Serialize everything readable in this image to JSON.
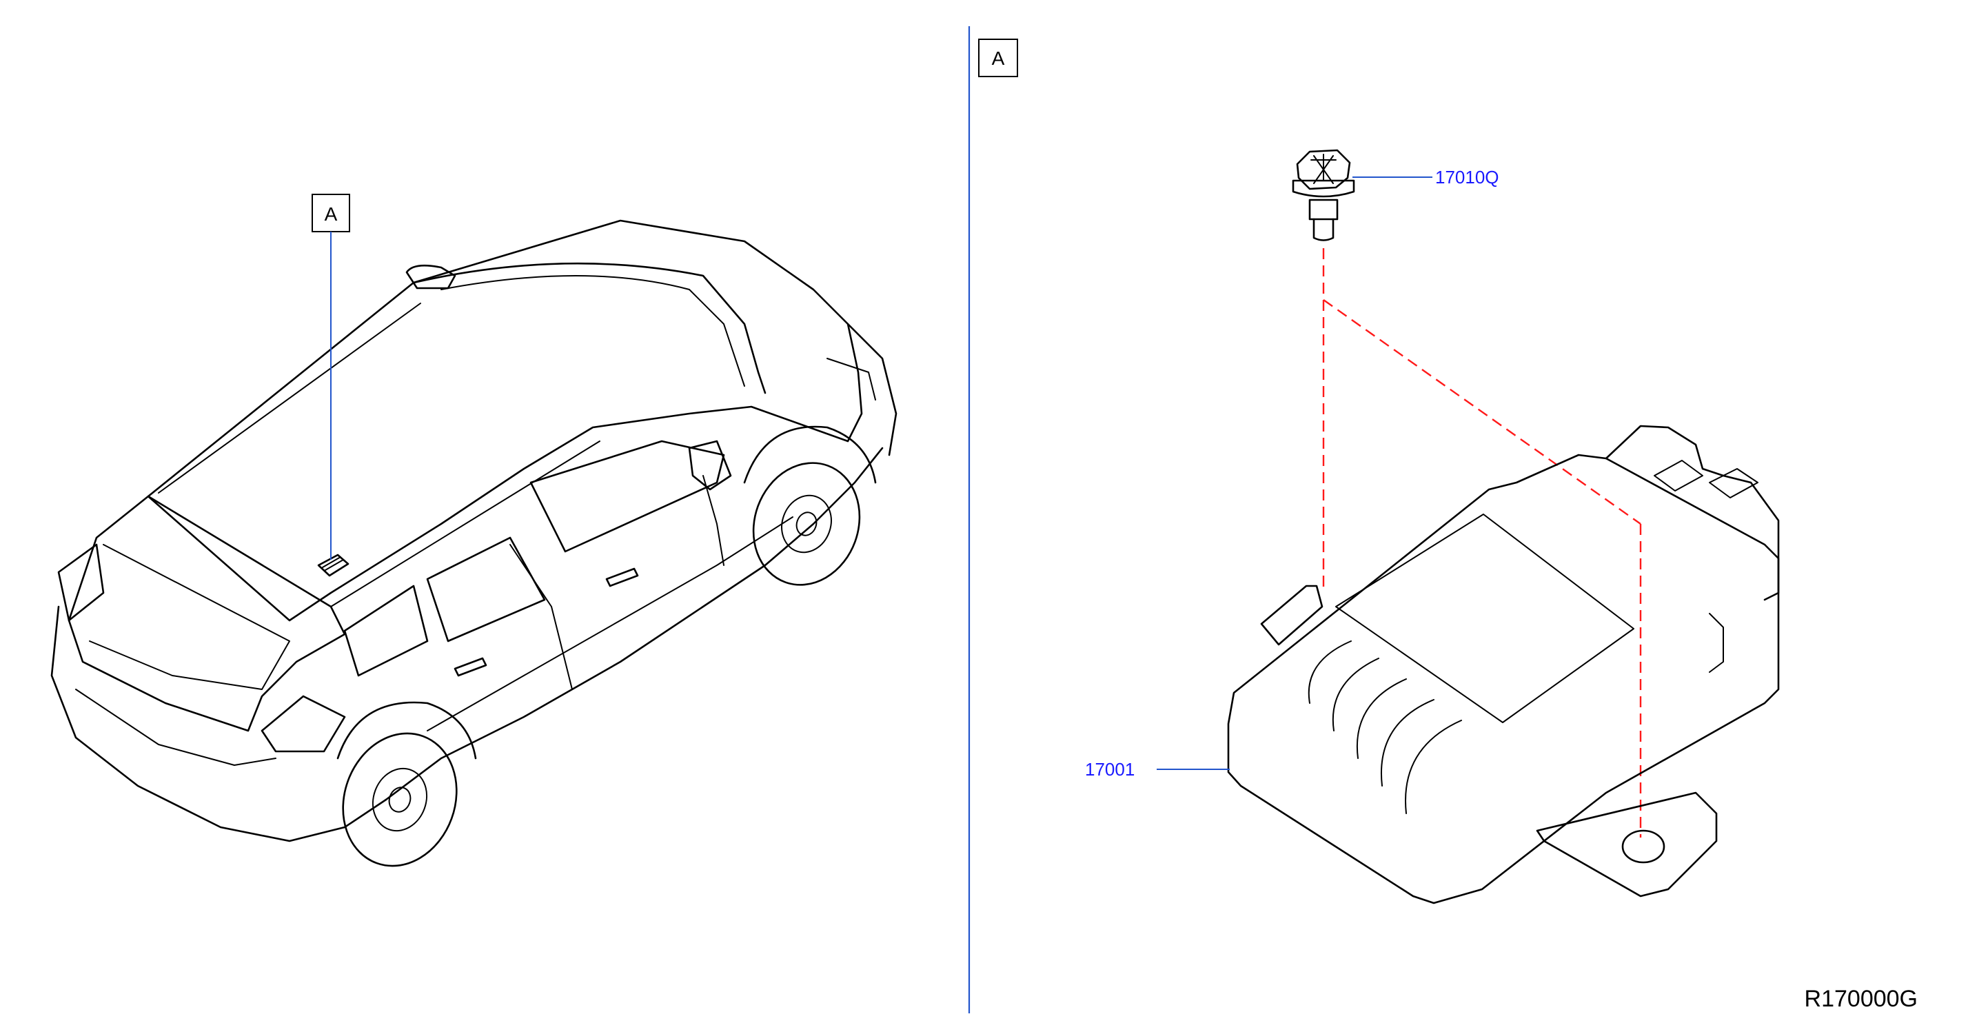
{
  "views": {
    "overview_ref": "A",
    "detail_ref": "A"
  },
  "callouts": {
    "bolt": "17010Q",
    "module": "17001"
  },
  "drawing_code": "R170000G",
  "colors": {
    "callout_text": "#1a1aff",
    "leader_line": "#2255cc",
    "dashed_guide": "#ff1a1a",
    "outline": "#000000"
  }
}
